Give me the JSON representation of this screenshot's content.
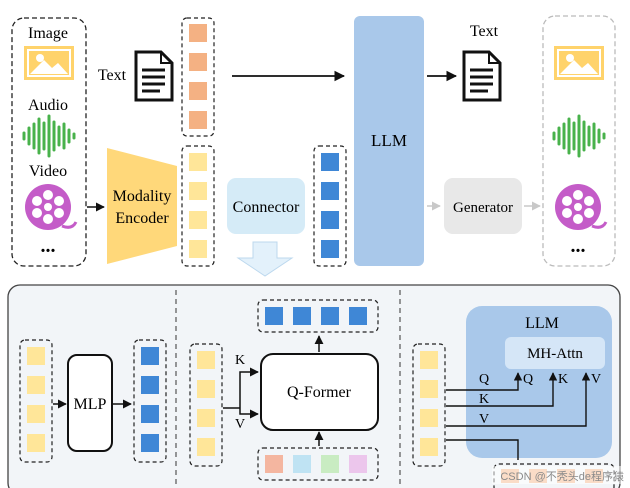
{
  "top": {
    "inputs_panel": {
      "image_label": "Image",
      "audio_label": "Audio",
      "video_label": "Video",
      "more": "..."
    },
    "text_label": "Text",
    "encoder": {
      "line1": "Modality",
      "line2": "Encoder"
    },
    "connector_label": "Connector",
    "llm_label": "LLM",
    "generator_label": "Generator",
    "output_text_label": "Text",
    "outputs_panel": {
      "more": "..."
    }
  },
  "bottom": {
    "mlp": {
      "label": "MLP"
    },
    "qformer": {
      "label": "Q-Former",
      "k": "K",
      "v": "V"
    },
    "attention": {
      "llm_label": "LLM",
      "mh_attn_label": "MH-Attn",
      "q_in": "Q",
      "k_in": "K",
      "v_in": "V",
      "q_out": "Q",
      "k_out": "K",
      "v_out": "V"
    }
  },
  "watermark": "CSDN @不秃头de程序猿",
  "colors": {
    "text_token": "#f4b183",
    "feature_token": "#ffe699",
    "connector_token": "#3f87d6",
    "llm_block": "#a9c8ea",
    "connector_box": "#d5ebf7",
    "generator_box": "#e8e8e8",
    "encoder": "#ffd87a",
    "query_tokens": [
      "#f4b6a0",
      "#bfe3f3",
      "#c9ecc2",
      "#ecc6ec"
    ]
  }
}
